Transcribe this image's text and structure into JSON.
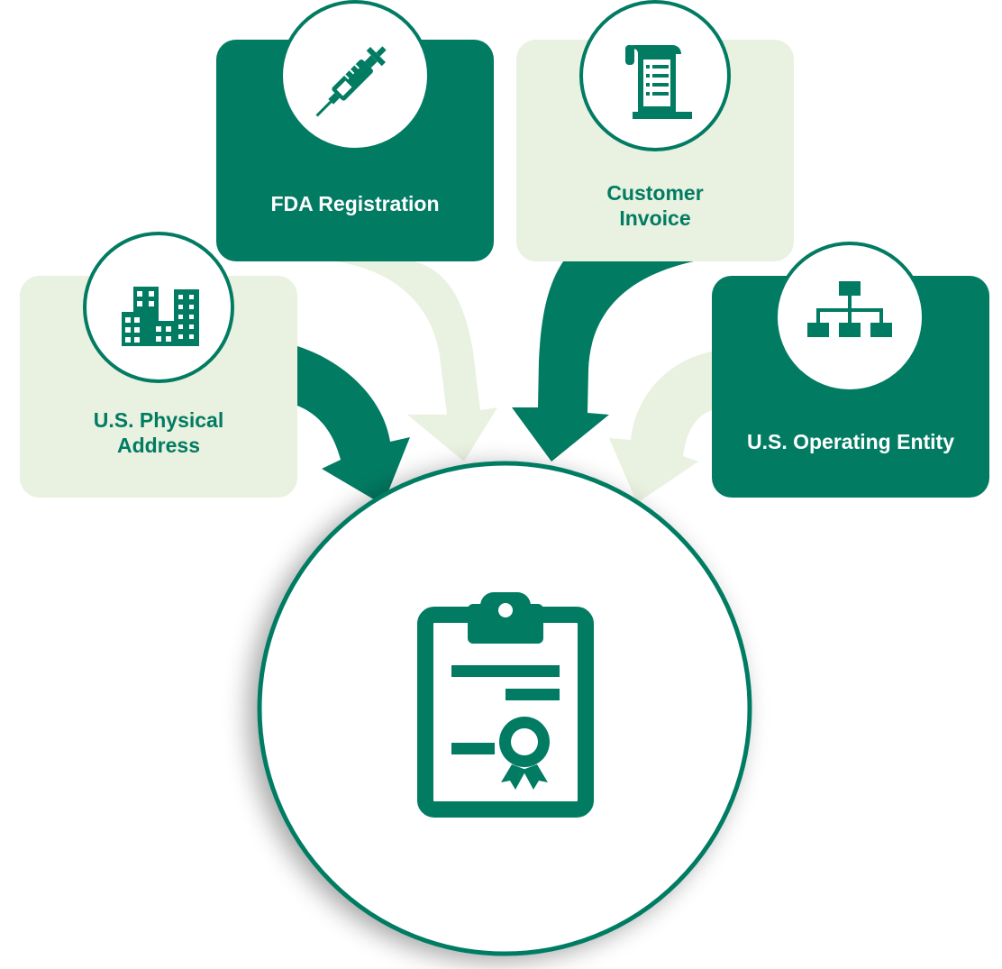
{
  "diagram": {
    "colors": {
      "primary": "#027b63",
      "light_fill": "#e9f1e0",
      "white": "#ffffff"
    },
    "cards": [
      {
        "id": "address",
        "label_line1": "U.S. Physical",
        "label_line2": "Address",
        "style": "light",
        "icon": "buildings-icon"
      },
      {
        "id": "fda",
        "label_line1": "FDA Registration",
        "label_line2": "",
        "style": "dark",
        "icon": "syringe-icon"
      },
      {
        "id": "invoice",
        "label_line1": "Customer",
        "label_line2": "Invoice",
        "style": "light",
        "icon": "receipt-scroll-icon"
      },
      {
        "id": "entity",
        "label_line1": "U.S. Operating Entity",
        "label_line2": "",
        "style": "dark",
        "icon": "org-chart-icon"
      }
    ],
    "center": {
      "icon": "clipboard-certificate-icon"
    }
  }
}
